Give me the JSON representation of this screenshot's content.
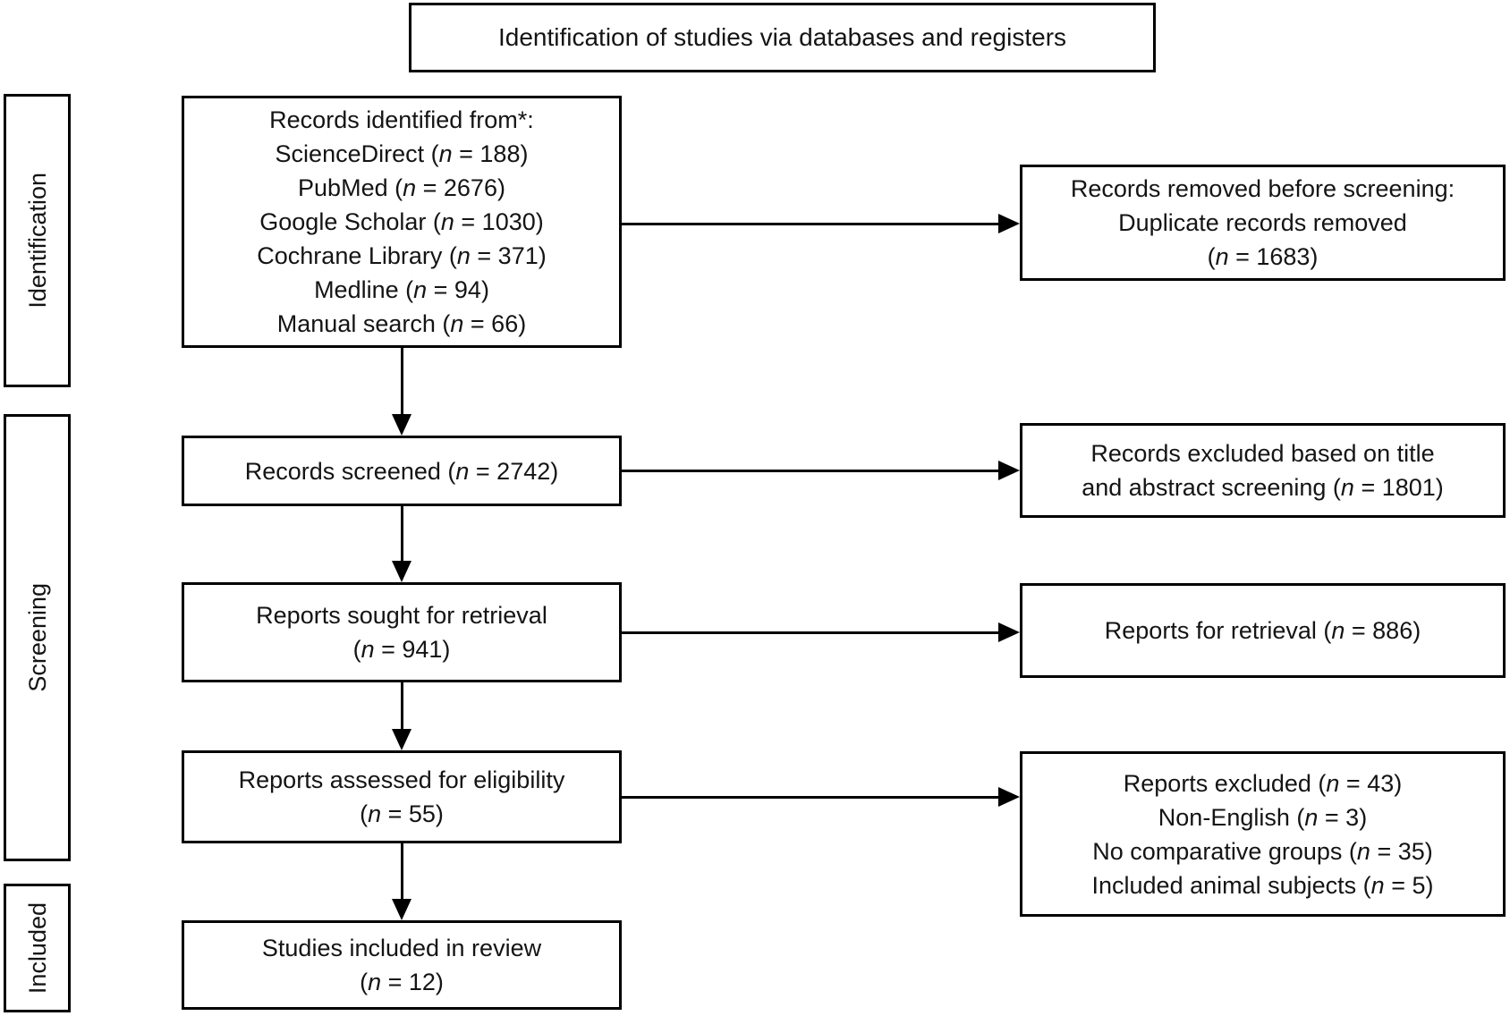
{
  "title": "Identification of studies via databases and registers",
  "sidebar": {
    "identification": "Identification",
    "screening": "Screening",
    "included": "Included"
  },
  "boxes": {
    "records_identified": {
      "lines": [
        "Records identified from*:",
        "ScienceDirect (n = 188)",
        "PubMed (n = 2676)",
        "Google Scholar (n = 1030)",
        "Cochrane Library (n = 371)",
        "Medline (n = 94)",
        "Manual search (n = 66)"
      ]
    },
    "records_removed": {
      "lines": [
        "Records removed before screening:",
        "Duplicate records removed",
        "(n = 1683)"
      ]
    },
    "records_screened": {
      "lines": [
        "Records screened (n = 2742)"
      ]
    },
    "records_excluded": {
      "lines": [
        "Records excluded based on title",
        "and abstract screening (n = 1801)"
      ]
    },
    "reports_sought": {
      "lines": [
        "Reports sought for retrieval",
        "(n = 941)"
      ]
    },
    "reports_for_retrieval": {
      "lines": [
        "Reports for retrieval (n = 886)"
      ]
    },
    "reports_assessed": {
      "lines": [
        "Reports assessed for eligibility",
        "(n = 55)"
      ]
    },
    "reports_excluded": {
      "lines": [
        "Reports excluded (n = 43)",
        "Non-English (n = 3)",
        "No comparative groups (n = 35)",
        "Included animal subjects (n = 5)"
      ]
    },
    "studies_included": {
      "lines": [
        "Studies included in review",
        "(n = 12)"
      ]
    }
  },
  "colors": {
    "line": "#000000",
    "background": "#ffffff",
    "text": "#141414"
  }
}
